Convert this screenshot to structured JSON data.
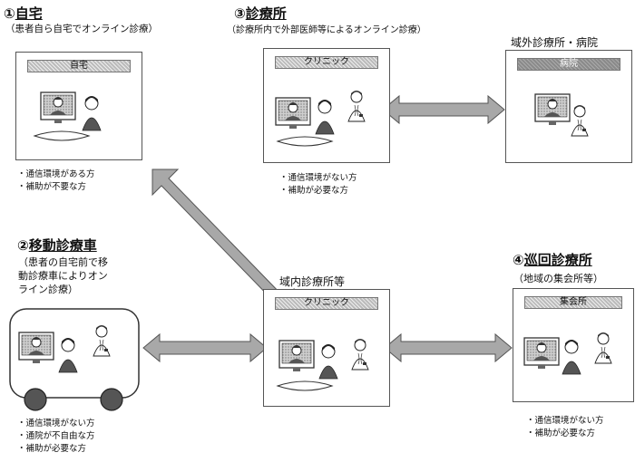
{
  "home": {
    "title_num": "①",
    "title": "自宅",
    "subtitle": "（患者自ら自宅でオンライン診療）",
    "header": "自宅",
    "notes": [
      "・通信環境がある方",
      "・補助が不要な方"
    ]
  },
  "clinic_top": {
    "title_num": "③",
    "title": "診療所",
    "subtitle": "（診療所内で外部医師等によるオンライン診療）",
    "header": "クリニック",
    "notes": [
      "・通信環境がない方",
      "・補助が必要な方"
    ]
  },
  "hospital": {
    "heading": "域外診療所・病院",
    "header": "病院"
  },
  "mobile": {
    "title_num": "②",
    "title": "移動診療車",
    "subtitle_lines": [
      "（患者の自宅前で移",
      "動診療車によりオン",
      "ライン診療）"
    ],
    "notes": [
      "・通信環境がない方",
      "・通院が不自由な方",
      "・補助が必要な方"
    ]
  },
  "center": {
    "heading": "域内診療所等",
    "header": "クリニック"
  },
  "tour": {
    "title_num": "④",
    "title": "巡回診療所",
    "subtitle": "（地域の集会所等）",
    "header": "集会所",
    "notes": [
      "・通信環境がない方",
      "・補助が必要な方"
    ]
  },
  "colors": {
    "arrow": "#a8a8a8",
    "arrow_edge": "#555555",
    "card_border": "#555555",
    "header_fill": "#bbbbbb"
  }
}
